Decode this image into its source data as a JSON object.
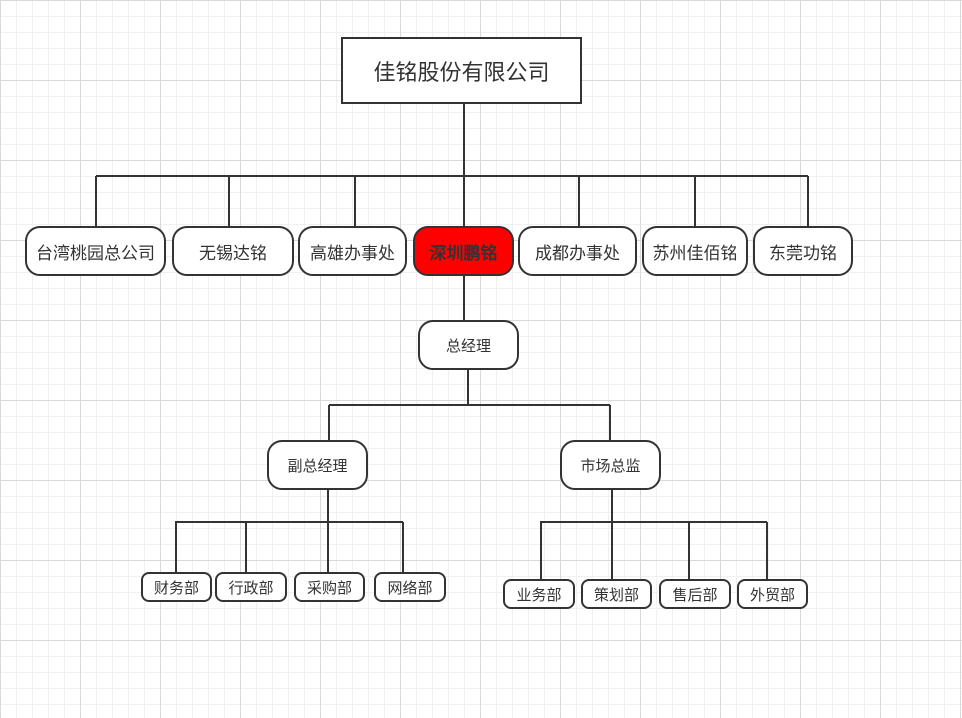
{
  "root": {
    "label": "佳铭股份有限公司"
  },
  "branches": [
    {
      "label": "台湾桃园总公司"
    },
    {
      "label": "无锡达铭"
    },
    {
      "label": "高雄办事处"
    },
    {
      "label": "深圳鹏铭",
      "highlighted": true,
      "highlight_color": "#ff0000"
    },
    {
      "label": "成都办事处"
    },
    {
      "label": "苏州佳佰铭"
    },
    {
      "label": "东莞功铭"
    }
  ],
  "general_manager": {
    "label": "总经理"
  },
  "deputy_gm": {
    "label": "副总经理",
    "departments": [
      {
        "label": "财务部"
      },
      {
        "label": "行政部"
      },
      {
        "label": "采购部"
      },
      {
        "label": "网络部"
      }
    ]
  },
  "marketing_director": {
    "label": "市场总监",
    "departments": [
      {
        "label": "业务部"
      },
      {
        "label": "策划部"
      },
      {
        "label": "售后部"
      },
      {
        "label": "外贸部"
      }
    ]
  },
  "colors": {
    "line": "#333333",
    "highlight": "#ff0000"
  }
}
